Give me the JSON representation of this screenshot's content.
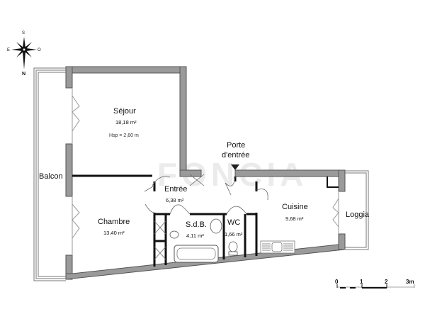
{
  "compass": {
    "north": "N",
    "south": "S",
    "east_label": "O",
    "west_label": "E"
  },
  "watermark": "FONCIA",
  "rooms": {
    "sejour": {
      "name": "Séjour",
      "area": "18,18 m²",
      "height": "Hsp = 2,60 m"
    },
    "balcon": {
      "name": "Balcon"
    },
    "chambre": {
      "name": "Chambre",
      "area": "13,40 m²"
    },
    "entree": {
      "name": "Entrée",
      "area": "6,38 m²"
    },
    "sdb": {
      "name": "S.d.B.",
      "area": "4,11 m²"
    },
    "wc": {
      "name": "WC",
      "area": "1,66 m²"
    },
    "cuisine": {
      "name": "Cuisine",
      "area": "9,68 m²"
    },
    "loggia": {
      "name": "Loggia"
    }
  },
  "entrance": {
    "label_line1": "Porte",
    "label_line2": "d'entrée"
  },
  "scale": {
    "ticks": [
      "0",
      "1",
      "2",
      "3m"
    ]
  },
  "colors": {
    "wall_fill": "#9a9a9a",
    "wall_stroke": "#555555",
    "thin_wall": "#111111",
    "text": "#111111"
  }
}
